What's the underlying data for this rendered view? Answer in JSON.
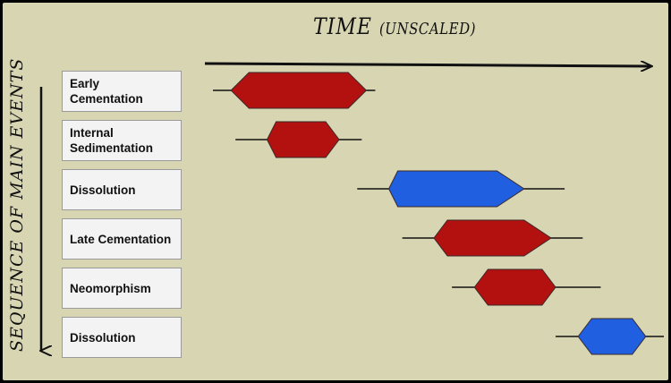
{
  "title_main": "TIME",
  "title_paren": "(UNSCALED)",
  "y_axis_label": "SEQUENCE OF MAIN EVENTS",
  "colors": {
    "background": "#d8d5b3",
    "red": "#b31010",
    "blue": "#1f5fe0",
    "line": "#111111"
  },
  "events": [
    {
      "label": "Early Cementation",
      "color": "red",
      "line": [
        0.0,
        0.36
      ],
      "full": [
        0.08,
        0.3
      ],
      "taper": [
        0.04,
        0.34
      ]
    },
    {
      "label": "Internal Sedimentation",
      "color": "red",
      "line": [
        0.05,
        0.33
      ],
      "full": [
        0.14,
        0.25
      ],
      "taper": [
        0.12,
        0.28
      ]
    },
    {
      "label": "Dissolution",
      "color": "blue",
      "line": [
        0.32,
        0.78
      ],
      "full": [
        0.41,
        0.63
      ],
      "taper": [
        0.39,
        0.69
      ]
    },
    {
      "label": "Late Cementation",
      "color": "red",
      "line": [
        0.42,
        0.82
      ],
      "full": [
        0.52,
        0.69
      ],
      "taper": [
        0.49,
        0.75
      ]
    },
    {
      "label": "Neomorphism",
      "color": "red",
      "line": [
        0.53,
        0.86
      ],
      "full": [
        0.61,
        0.73
      ],
      "taper": [
        0.58,
        0.76
      ]
    },
    {
      "label": "Dissolution",
      "color": "blue",
      "line": [
        0.76,
        1.0
      ],
      "full": [
        0.84,
        0.93
      ],
      "taper": [
        0.81,
        0.96
      ]
    }
  ]
}
